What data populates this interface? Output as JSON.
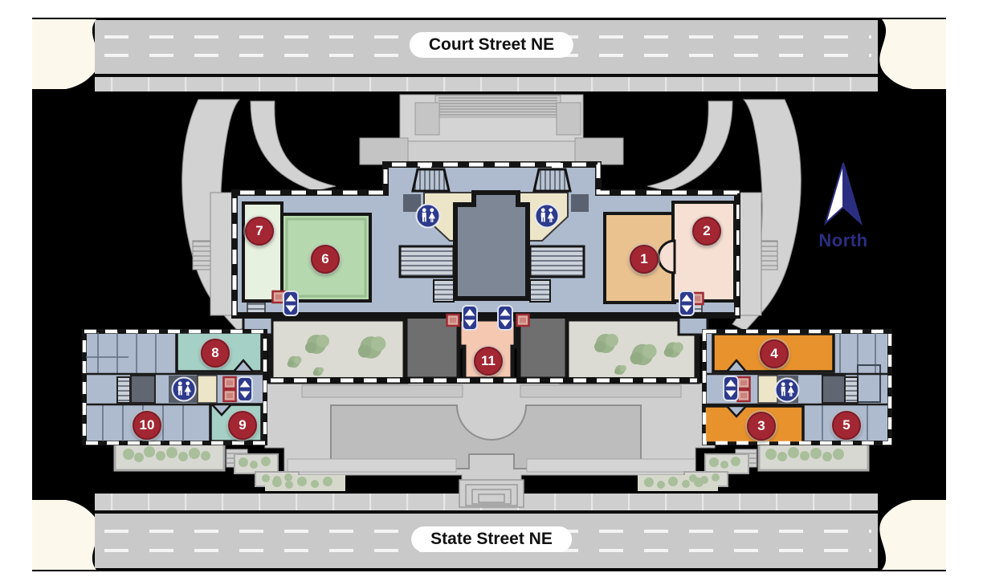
{
  "map": {
    "streets": {
      "top": "Court Street NE",
      "bottom": "State Street NE"
    },
    "compass_label": "North",
    "markers": [
      {
        "number": "1"
      },
      {
        "number": "2"
      },
      {
        "number": "3"
      },
      {
        "number": "4"
      },
      {
        "number": "5"
      },
      {
        "number": "6"
      },
      {
        "number": "7"
      },
      {
        "number": "8"
      },
      {
        "number": "9"
      },
      {
        "number": "10"
      },
      {
        "number": "11"
      }
    ],
    "icons": {
      "restroom": "restroom-icon",
      "elevator": "elevator-icon",
      "north_arrow": "north-arrow-icon"
    },
    "colors": {
      "marker": "#a32733",
      "icon_navy": "#2e3a8c",
      "compass_navy": "#2b2e80",
      "street": "#c9c9c9",
      "floor": "#aebbce",
      "room_1": "#eac28f",
      "room_2": "#f6e0d3",
      "room_3_4": "#e8922e",
      "room_6": "#b6d8ae",
      "room_7": "#e7f1e0",
      "room_8_9": "#a5d0c5",
      "room_11": "#f5c8b2"
    }
  }
}
